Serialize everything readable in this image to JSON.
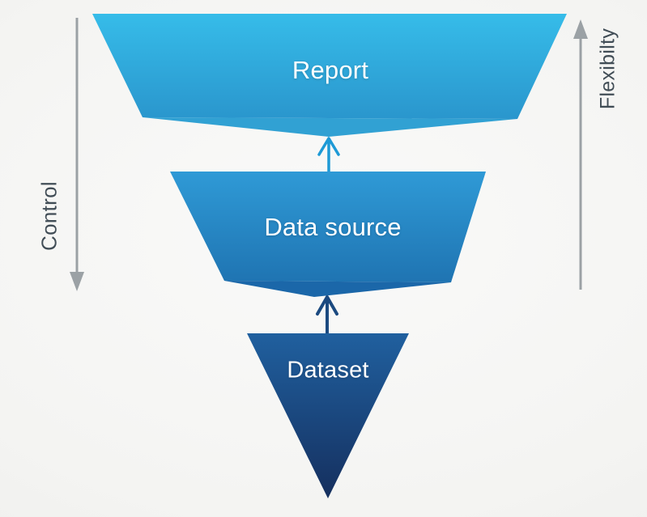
{
  "background": "#f3f3f1",
  "funnel": {
    "levels": [
      {
        "label": "Report",
        "color_top": "#36bce9",
        "color_bottom": "#2a96cd",
        "notch_color": "#31a1d3"
      },
      {
        "label": "Data source",
        "color_top": "#2f9ad6",
        "color_bottom": "#1f74b2",
        "notch_color": "#1b67a9"
      },
      {
        "label": "Dataset",
        "color_top": "#20609f",
        "color_bottom": "#152f5e"
      }
    ]
  },
  "connectors": [
    {
      "name": "dataset-to-datasource",
      "direction": "up",
      "color": "#1c4a80"
    },
    {
      "name": "datasource-to-report",
      "direction": "up",
      "color": "#1e9ad6"
    }
  ],
  "axes": {
    "left": {
      "label": "Control",
      "direction": "down",
      "arrow_color": "#9ba1a5",
      "text_color": "#414d56"
    },
    "right": {
      "label": "Flexibilty",
      "direction": "up",
      "arrow_color": "#9ba1a5",
      "text_color": "#414d56"
    }
  }
}
